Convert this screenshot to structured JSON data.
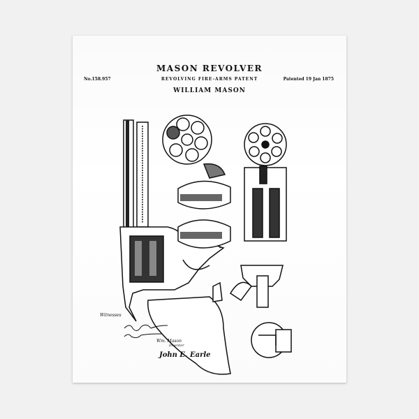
{
  "poster": {
    "title": "MASON REVOLVER",
    "subtitle": "REVOLVING FIRE-ARMS PATENT",
    "inventor": "WILLIAM MASON",
    "patent_number": "No.158.957",
    "patent_date": "Patented 19 Jan 1875",
    "signatures": {
      "witnesses_label": "Witnesses",
      "inventor_signature": "Wm. Mason",
      "inventor_label": "Inventor",
      "attorney_signature": "John E. Earle"
    }
  }
}
